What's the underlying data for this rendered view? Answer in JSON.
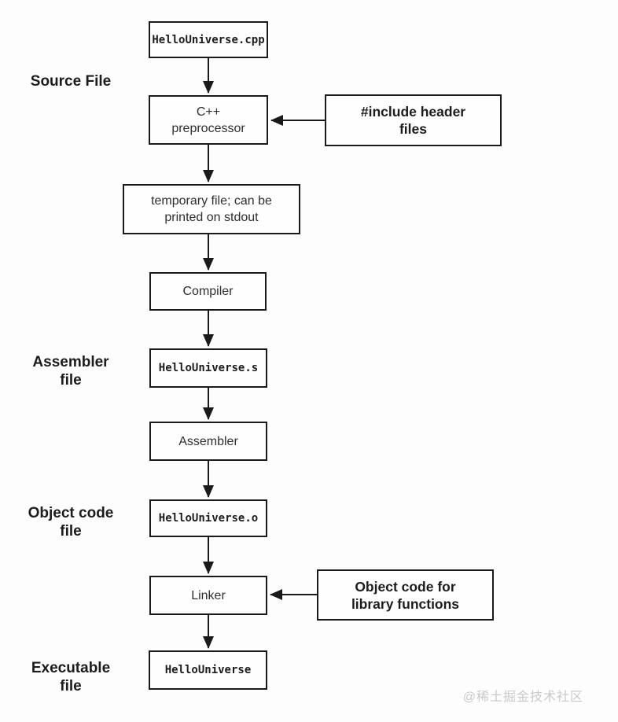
{
  "flow": {
    "nodes": [
      {
        "id": "source_file",
        "kind": "file",
        "label": "HelloUniverse.cpp"
      },
      {
        "id": "preprocessor",
        "kind": "process",
        "label": "C++\npreprocessor"
      },
      {
        "id": "temporary_file",
        "kind": "process",
        "label": "temporary file; can be\nprinted on stdout"
      },
      {
        "id": "compiler",
        "kind": "process",
        "label": "Compiler"
      },
      {
        "id": "assembly_file",
        "kind": "file",
        "label": "HelloUniverse.s"
      },
      {
        "id": "assembler",
        "kind": "process",
        "label": "Assembler"
      },
      {
        "id": "object_file",
        "kind": "file",
        "label": "HelloUniverse.o"
      },
      {
        "id": "linker",
        "kind": "process",
        "label": "Linker"
      },
      {
        "id": "executable",
        "kind": "file",
        "label": "HelloUniverse"
      }
    ],
    "annotations": [
      {
        "id": "include_headers",
        "label": "#include header\nfiles",
        "points_to": "preprocessor"
      },
      {
        "id": "library_objects",
        "label": "Object code for\nlibrary functions",
        "points_to": "linker"
      }
    ],
    "side_labels": [
      {
        "id": "source",
        "label": "Source File"
      },
      {
        "id": "assembler",
        "label": "Assembler\nfile"
      },
      {
        "id": "object_code",
        "label": "Object code\nfile"
      },
      {
        "id": "executable",
        "label": "Executable\nfile"
      }
    ],
    "edges": [
      "source_file -> preprocessor",
      "include_headers -> preprocessor",
      "preprocessor -> temporary_file",
      "temporary_file -> compiler",
      "compiler -> assembly_file",
      "assembly_file -> assembler",
      "assembler -> object_file",
      "object_file -> linker",
      "library_objects -> linker",
      "linker -> executable"
    ]
  },
  "watermark": "@稀土掘金技术社区",
  "colors": {
    "line": "#1a1a1a",
    "box_border": "#1a1a1a",
    "text": "#2e2e2e",
    "watermark": "#c9c9c9",
    "background": "#fdfdfd"
  }
}
